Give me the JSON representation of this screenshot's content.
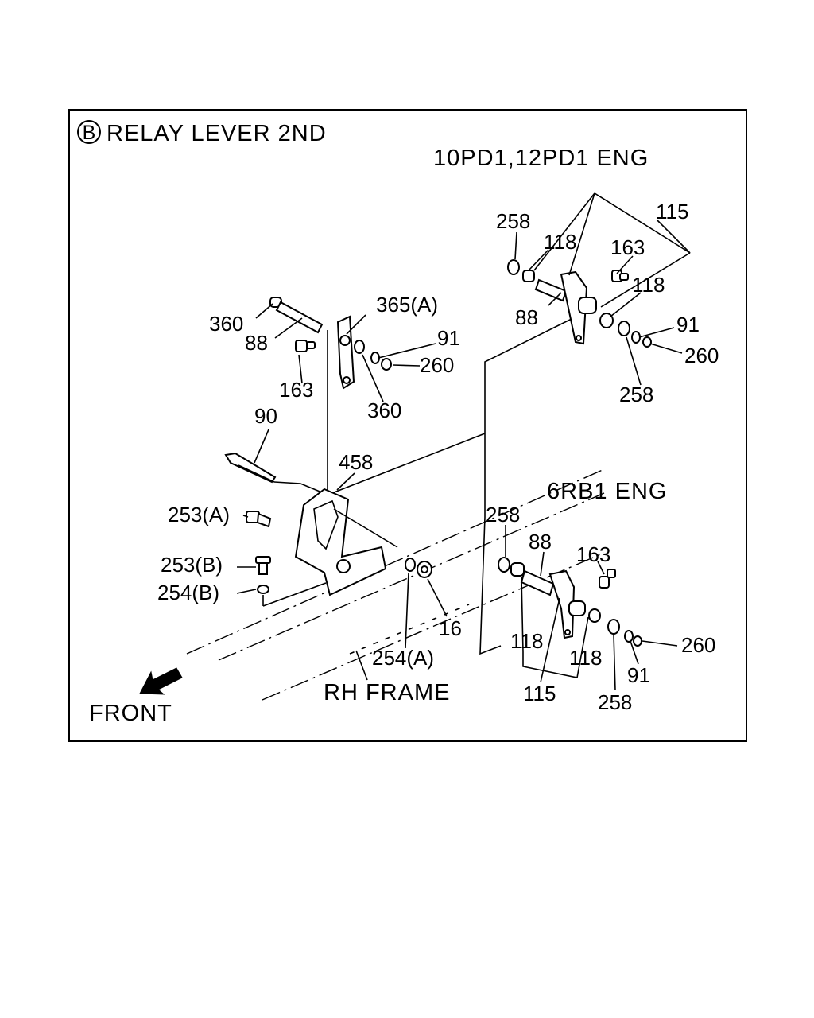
{
  "title": {
    "badge": "B",
    "text": "RELAY LEVER 2ND"
  },
  "variant_labels": {
    "upper": "10PD1,12PD1 ENG",
    "lower": "6RB1 ENG"
  },
  "frame_label": "RH FRAME",
  "front_label": "FRONT",
  "main_assembly_labels": {
    "p360_a": "360",
    "p88": "88",
    "p365a": "365(A)",
    "p91": "91",
    "p260": "260",
    "p163": "163",
    "p360_b": "360",
    "p90": "90",
    "p458": "458",
    "p253a": "253(A)",
    "p253b": "253(B)",
    "p254b": "254(B)",
    "p16": "16",
    "p254a": "254(A)"
  },
  "upper_assembly_labels": {
    "p258_a": "258",
    "p118_a": "118",
    "p115": "115",
    "p163": "163",
    "p118_b": "118",
    "p88": "88",
    "p91": "91",
    "p260": "260",
    "p258_b": "258"
  },
  "lower_assembly_labels": {
    "p258_a": "258",
    "p88": "88",
    "p163": "163",
    "p118_a": "118",
    "p118_b": "118",
    "p260": "260",
    "p91": "91",
    "p115": "115",
    "p258_b": "258"
  }
}
